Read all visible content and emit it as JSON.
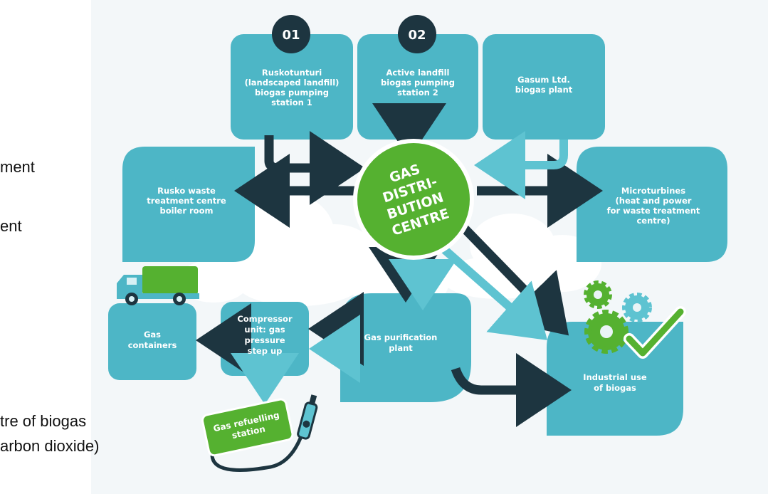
{
  "left_fragments": [
    "ment",
    "ent",
    "tre of biogas",
    "arbon dioxide)"
  ],
  "badges": [
    "01",
    "02"
  ],
  "center": [
    "GAS",
    "DISTRI-",
    "BUTION",
    "CENTRE"
  ],
  "boxes": {
    "ruskotunturi": [
      "Ruskotunturi",
      "(landscaped landfill)",
      "biogas pumping",
      "station 1"
    ],
    "active_landfill": [
      "Active landfill",
      "biogas pumping",
      "station 2"
    ],
    "gasum": [
      "Gasum Ltd.",
      "biogas plant"
    ],
    "rusko_waste": [
      "Rusko waste",
      "treatment centre",
      "boiler room"
    ],
    "microturbines": [
      "Microturbines",
      "(heat and power",
      "for waste treatment",
      "centre)"
    ],
    "gas_containers": [
      "Gas",
      "containers"
    ],
    "compressor": [
      "Compressor",
      "unit: gas",
      "pressure",
      "step up"
    ],
    "purification": [
      "Gas purification",
      "plant"
    ],
    "industrial": [
      "Industrial use",
      "of biogas"
    ],
    "refuelling": [
      "Gas refuelling",
      "station"
    ]
  },
  "colors": {
    "box": "#4db6c6",
    "arrow_dark": "#1d3540",
    "arrow_light": "#5ec3d1",
    "center": "#55b130",
    "badge": "#1d3540",
    "cloud": "#ffffff"
  }
}
